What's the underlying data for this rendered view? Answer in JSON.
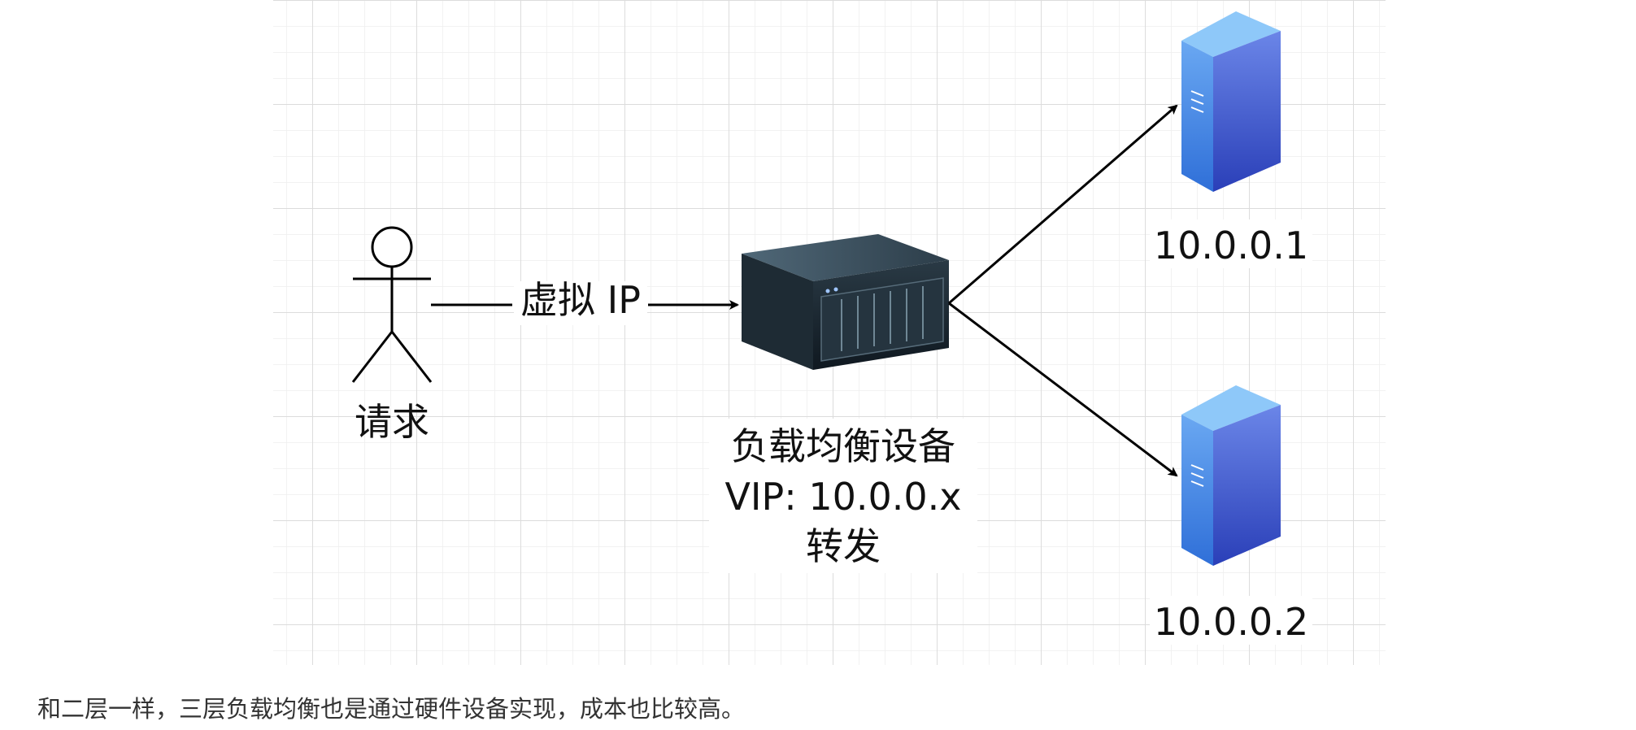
{
  "diagram": {
    "client": {
      "label": "请求"
    },
    "connection": {
      "label": "虚拟 IP"
    },
    "load_balancer": {
      "title": "负载均衡设备",
      "vip": "VIP: 10.0.0.x",
      "action": "转发"
    },
    "servers": [
      {
        "label": "10.0.0.1"
      },
      {
        "label": "10.0.0.2"
      }
    ]
  },
  "caption": "和二层一样，三层负载均衡也是通过硬件设备实现，成本也比较高。"
}
